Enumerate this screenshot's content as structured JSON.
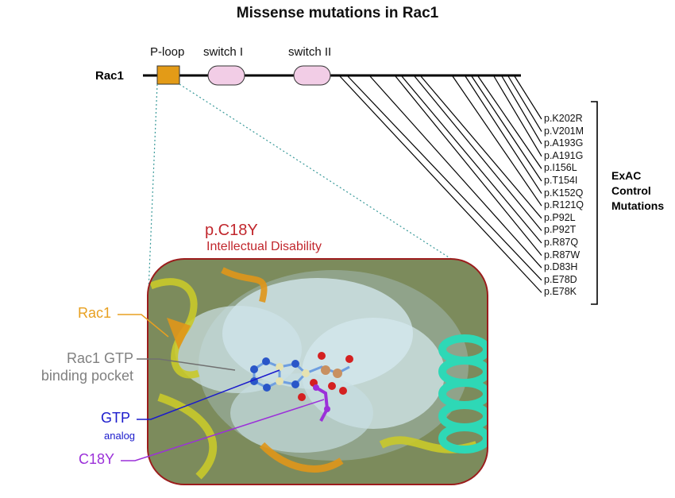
{
  "title": "Missense mutations in Rac1",
  "protein": {
    "name": "Rac1",
    "domains": [
      "P-loop",
      "switch I",
      "switch II"
    ]
  },
  "control_mutations": {
    "label_lines": [
      "ExAC",
      "Control",
      "Mutations"
    ],
    "items": [
      "p.K202R",
      "p.V201M",
      "p.A193G",
      "p.A191G",
      "p.I156L",
      "p.T154I",
      "p.K152Q",
      "p.R121Q",
      "p.P92L",
      "p.P92T",
      "p.R87Q",
      "p.R87W",
      "p.D83H",
      "p.E78D",
      "p.E78K"
    ]
  },
  "highlighted_variant": {
    "name": "p.C18Y",
    "phenotype": "Intellectual Disability"
  },
  "structure_annotations": [
    {
      "text": "Rac1",
      "color": "#e8a020"
    },
    {
      "lines": [
        "Rac1 GTP",
        "binding pocket"
      ],
      "color": "#808080"
    },
    {
      "text": "GTP",
      "sub": "analog",
      "color": "#1a1acc"
    },
    {
      "text": "C18Y",
      "color": "#9b30d9"
    }
  ],
  "colors": {
    "p_loop": "#e39b17",
    "switch": "#f2cde6",
    "variant": "#c1272d",
    "structure_ribbon": "#c9c92a",
    "structure_ribbon_2": "#e0961a",
    "helix": "#2ed8b6",
    "surface": "#d6eaf0"
  }
}
